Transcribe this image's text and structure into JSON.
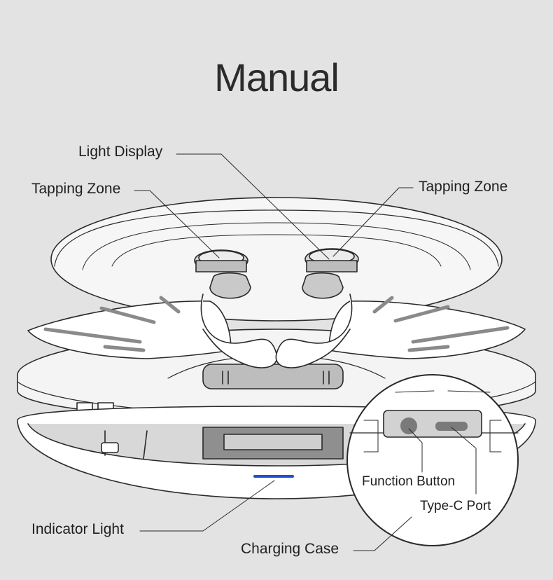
{
  "title": "Manual",
  "labels": {
    "light_display": "Light Display",
    "tapping_zone_left": "Tapping Zone",
    "tapping_zone_right": "Tapping Zone",
    "function_button": "Function Button",
    "type_c_port": "Type-C Port",
    "indicator_light": "Indicator Light",
    "charging_case": "Charging Case"
  },
  "colors": {
    "background": "#e3e3e3",
    "line": "#2a2a2a",
    "indicator": "#1e4fd8",
    "port": "#7a7a7a"
  }
}
